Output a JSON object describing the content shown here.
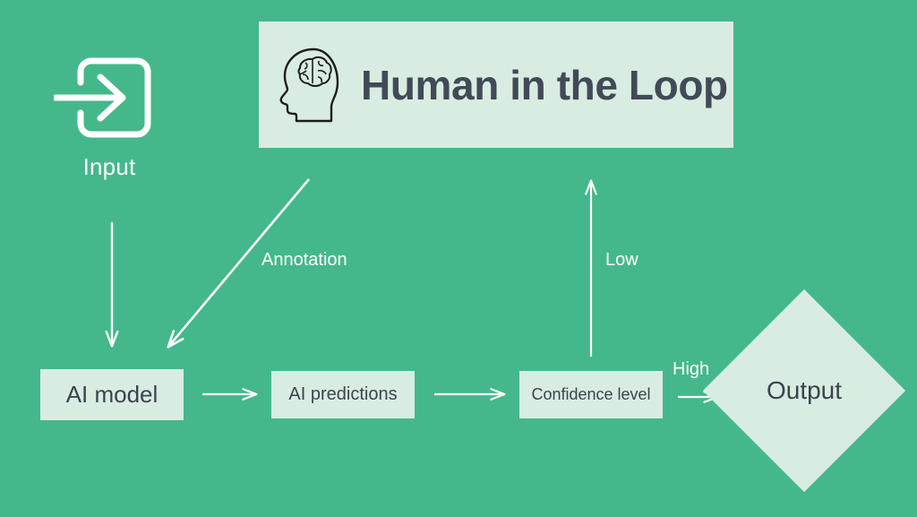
{
  "colors": {
    "background": "#44b88b",
    "box_fill": "#d9ece2",
    "box_text": "#3b434d",
    "title_text": "#414a56",
    "connector": "#ffffff",
    "icon_outline": "#1c1c1c"
  },
  "input": {
    "icon": "input-arrow-icon",
    "label": "Input"
  },
  "header": {
    "icon": "head-brain-icon",
    "title": "Human in the Loop"
  },
  "nodes": {
    "ai_model": "AI model",
    "ai_predictions": "AI predictions",
    "confidence_level": "Confidence level",
    "output": "Output"
  },
  "edges": {
    "annotation": "Annotation",
    "low": "Low",
    "high": "High"
  }
}
